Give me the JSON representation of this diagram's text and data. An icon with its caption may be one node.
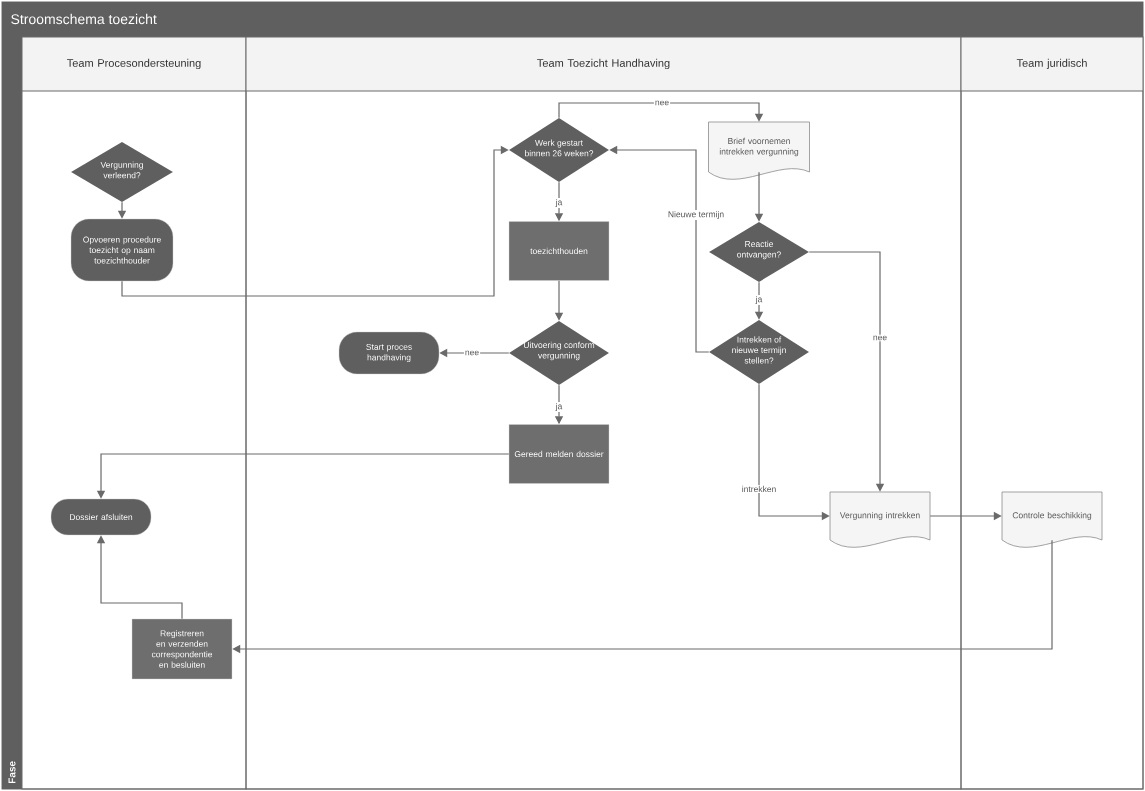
{
  "diagram": {
    "title": "Stroomschema toezicht",
    "nodes": [
      {
        "text": [
          "Team Procesondersteuning"
        ]
      },
      {
        "text": [
          "Team Toezicht Handhaving"
        ]
      },
      {
        "text": [
          "Team juridisch"
        ]
      },
      {
        "text": [
          "Vergunning verleend?"
        ],
        "in": 0
      },
      {
        "text": [
          "Opvoeren procedure toezicht op naam toezichthouder"
        ],
        "in": 0
      },
      {
        "text": [
          "Werk gestart binnen 26 weken?"
        ],
        "in": 1
      },
      {
        "text": [
          "Brief voornemen intrekken vergunning"
        ],
        "in": 1
      },
      {
        "text": [
          "toezichthouden"
        ],
        "in": 1
      },
      {
        "text": [
          "Reactie ontvangen?"
        ],
        "in": 1
      },
      {
        "text": [
          "Uitvoering conform vergunning"
        ],
        "in": 1
      },
      {
        "text": [
          "Start proces handhaving"
        ],
        "in": 1
      },
      {
        "text": [
          "Intrekken of nieuwe termijn stellen?"
        ],
        "in": 1
      },
      {
        "text": [
          "Gereed melden dossier"
        ],
        "in": 1
      },
      {
        "text": [
          "Dossier afsluiten"
        ],
        "in": 0
      },
      {
        "text": [
          "Vergunning intrekken"
        ],
        "in": 1
      },
      {
        "text": [
          "Controle beschikking"
        ],
        "in": 2
      },
      {
        "text": [
          "Registreren en verzenden correspondentie en besluiten"
        ],
        "in": 0
      }
    ],
    "edges": [
      {
        "from": 3,
        "to": 4,
        "arrow": "to"
      },
      {
        "from": 4,
        "to": 5,
        "arrow": "to"
      },
      {
        "from": 5,
        "to": 6,
        "arrow": "to",
        "label": "nee"
      },
      {
        "from": 5,
        "to": 7,
        "arrow": "to",
        "label": "ja"
      },
      {
        "from": 7,
        "to": 9,
        "arrow": "to"
      },
      {
        "from": 9,
        "to": 10,
        "arrow": "to",
        "label": "nee"
      },
      {
        "from": 9,
        "to": 12,
        "arrow": "to",
        "label": "ja"
      },
      {
        "from": 12,
        "to": 13,
        "arrow": "to"
      },
      {
        "from": 6,
        "to": 8,
        "arrow": "to"
      },
      {
        "from": 8,
        "to": 11,
        "arrow": "to",
        "label": "ja"
      },
      {
        "from": 8,
        "to": 14,
        "arrow": "to",
        "label": "nee"
      },
      {
        "from": 11,
        "to": 5,
        "arrow": "to",
        "label": "Nieuwe termijn"
      },
      {
        "from": 11,
        "to": 14,
        "arrow": "to",
        "label": "intrekken"
      },
      {
        "from": 14,
        "to": 15,
        "arrow": "to"
      },
      {
        "from": 15,
        "to": 16,
        "arrow": "to"
      },
      {
        "from": 16,
        "to": 13,
        "arrow": "to"
      }
    ],
    "labels": [
      "Fase"
    ]
  }
}
